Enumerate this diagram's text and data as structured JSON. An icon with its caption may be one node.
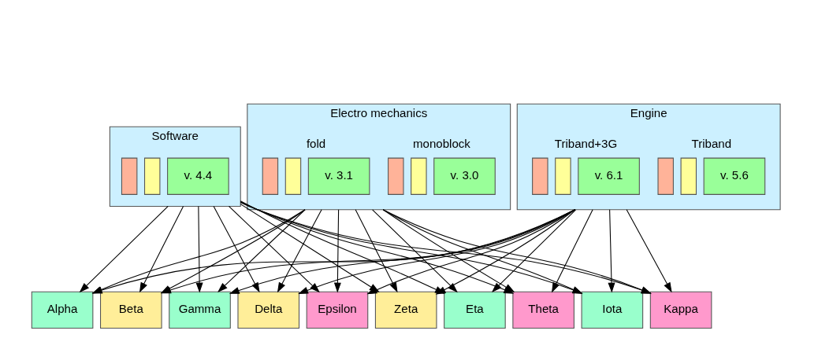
{
  "diagram": {
    "nodes": [
      {
        "text": [
          "Software"
        ]
      },
      {
        "text": [],
        "shape": "box",
        "in": 0
      },
      {
        "text": [],
        "shape": "box",
        "in": 0
      },
      {
        "text": [
          "v. 4.4"
        ],
        "in": 0
      },
      {
        "text": [
          "Electro mechanics"
        ]
      },
      {
        "text": [],
        "shape": "box",
        "in": 4
      },
      {
        "text": [],
        "shape": "box",
        "in": 4
      },
      {
        "text": [
          "v. 3.0"
        ],
        "in": 4,
        "beside": [
          "monoblock"
        ]
      },
      {
        "text": [],
        "shape": "box",
        "in": 4
      },
      {
        "text": [],
        "shape": "box",
        "in": 4
      },
      {
        "text": [
          "v. 3.1"
        ],
        "in": 4,
        "beside": [
          "fold"
        ]
      },
      {
        "text": [
          "Engine"
        ]
      },
      {
        "text": [],
        "shape": "box",
        "in": 11
      },
      {
        "text": [],
        "shape": "box",
        "in": 11
      },
      {
        "text": [
          "v. 5.6"
        ],
        "in": 11,
        "beside": [
          "Triband"
        ]
      },
      {
        "text": [],
        "shape": "box",
        "in": 11
      },
      {
        "text": [],
        "shape": "box",
        "in": 11
      },
      {
        "text": [
          "v. 6.1"
        ],
        "in": 11,
        "beside": [
          "Triband+3G"
        ]
      },
      {
        "text": [
          "Alpha"
        ]
      },
      {
        "text": [
          "Beta"
        ]
      },
      {
        "text": [
          "Gamma"
        ]
      },
      {
        "text": [
          "Delta"
        ]
      },
      {
        "text": [
          "Epsilon"
        ]
      },
      {
        "text": [
          "Zeta"
        ]
      },
      {
        "text": [
          "Eta"
        ]
      },
      {
        "text": [
          "Theta"
        ]
      },
      {
        "text": [
          "Iota"
        ]
      },
      {
        "text": [
          "Kappa"
        ]
      }
    ],
    "edges": [
      {
        "from": 0,
        "to": 18,
        "arrow": "to"
      },
      {
        "from": 0,
        "to": 19,
        "arrow": "to"
      },
      {
        "from": 0,
        "to": 20,
        "arrow": "to"
      },
      {
        "from": 0,
        "to": 21,
        "arrow": "to"
      },
      {
        "from": 0,
        "to": 22,
        "arrow": "to"
      },
      {
        "from": 0,
        "to": 23,
        "arrow": "to"
      },
      {
        "from": 0,
        "to": 24,
        "arrow": "to"
      },
      {
        "from": 0,
        "to": 25,
        "arrow": "to"
      },
      {
        "from": 0,
        "to": 26,
        "arrow": "to"
      },
      {
        "from": 0,
        "to": 27,
        "arrow": "to"
      },
      {
        "from": 4,
        "to": 18,
        "arrow": "to"
      },
      {
        "from": 4,
        "to": 19,
        "arrow": "to"
      },
      {
        "from": 4,
        "to": 20,
        "arrow": "to"
      },
      {
        "from": 4,
        "to": 21,
        "arrow": "to"
      },
      {
        "from": 4,
        "to": 22,
        "arrow": "to"
      },
      {
        "from": 4,
        "to": 23,
        "arrow": "to"
      },
      {
        "from": 4,
        "to": 24,
        "arrow": "to"
      },
      {
        "from": 4,
        "to": 25,
        "arrow": "to"
      },
      {
        "from": 4,
        "to": 26,
        "arrow": "to"
      },
      {
        "from": 4,
        "to": 27,
        "arrow": "to"
      },
      {
        "from": 11,
        "to": 18,
        "arrow": "to"
      },
      {
        "from": 11,
        "to": 19,
        "arrow": "to"
      },
      {
        "from": 11,
        "to": 20,
        "arrow": "to"
      },
      {
        "from": 11,
        "to": 21,
        "arrow": "to"
      },
      {
        "from": 11,
        "to": 22,
        "arrow": "to"
      },
      {
        "from": 11,
        "to": 23,
        "arrow": "to"
      },
      {
        "from": 11,
        "to": 24,
        "arrow": "to"
      },
      {
        "from": 11,
        "to": 25,
        "arrow": "to"
      },
      {
        "from": 11,
        "to": 26,
        "arrow": "to"
      },
      {
        "from": 11,
        "to": 27,
        "arrow": "to"
      }
    ]
  }
}
